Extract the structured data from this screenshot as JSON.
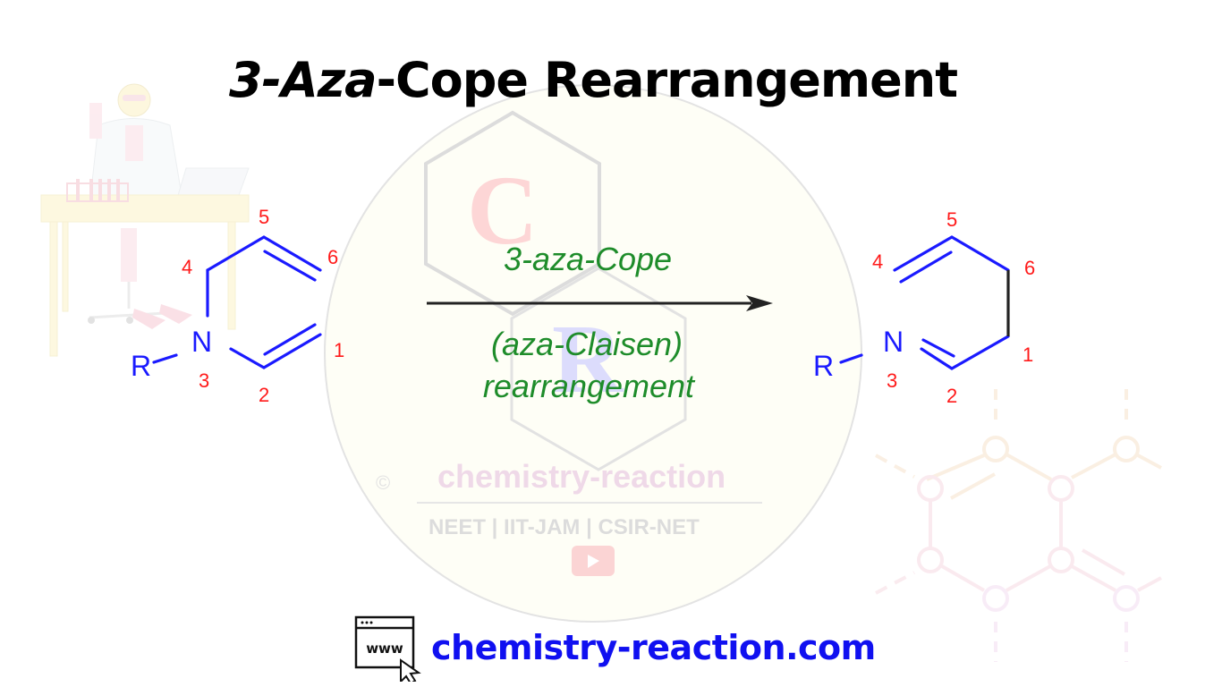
{
  "title": {
    "prefix_italic": "3-Aza",
    "suffix": "-Cope Rearrangement"
  },
  "reaction": {
    "arrow_label_top": "3-aza-Cope",
    "arrow_label_bottom_line1": "(aza-Claisen)",
    "arrow_label_bottom_line2": "rearrangement",
    "reactant": {
      "substituent": "R",
      "heteroatom": "N",
      "numbers": {
        "n1": "1",
        "n2": "2",
        "n3": "3",
        "n4": "4",
        "n5": "5",
        "n6": "6"
      }
    },
    "product": {
      "substituent": "R",
      "heteroatom": "N",
      "numbers": {
        "n1": "1",
        "n2": "2",
        "n3": "3",
        "n4": "4",
        "n5": "5",
        "n6": "6"
      }
    }
  },
  "watermark": {
    "letter_top": "C",
    "letter_bottom": "R",
    "copyright": "©",
    "brand": "chemistry-reaction",
    "exams": "NEET | IIT-JAM | CSIR-NET",
    "youtube_icon": "youtube-play-icon"
  },
  "footer": {
    "web_icon_text": "www",
    "url": "chemistry-reaction.com"
  },
  "colors": {
    "bond": "#1a1aff",
    "atom_numbers": "#ff1a1a",
    "arrow_text": "#1e8c2a",
    "footer_link": "#1010f0",
    "title": "#000000"
  }
}
